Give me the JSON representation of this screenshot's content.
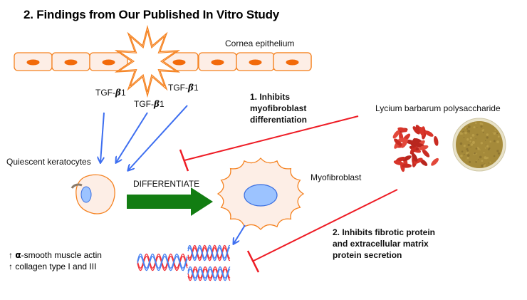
{
  "title": "2. Findings from Our Published In Vitro Study",
  "labels": {
    "cornea_epithelium": "Cornea epithelium",
    "tgf_prefix": "TGF-",
    "tgf_beta": "β",
    "tgf_suffix": "1",
    "quiescent_keratocytes": "Quiescent keratocytes",
    "differentiate": "DIFFERENTIATE",
    "myofibroblast": "Myofibroblast",
    "lbp": "Lycium barbarum polysaccharide"
  },
  "inhibitions": [
    {
      "text": "1. Inhibits\nmyofibroblast\ndifferentiation"
    },
    {
      "text": "2. Inhibits fibrotic protein\nand extracellular matrix\nprotein secretion"
    }
  ],
  "markers": [
    {
      "arrow": "↑",
      "greek": "α",
      "text": "-smooth muscle actin"
    },
    {
      "arrow": "↑",
      "greek": "",
      "text": " collagen type I and III"
    }
  ],
  "colors": {
    "cell_outline": "#f58220",
    "cell_fill": "#fdeee6",
    "nucleus_fill": "#9cc3ff",
    "nucleus_stroke": "#3b6fe0",
    "epi_nucleus": "#f26a0a",
    "tgf_arrow": "#3d6ef0",
    "inhibit_line": "#ee1c25",
    "differentiate_arrow": "#127d12",
    "dna_red": "#f0343c",
    "dna_blue": "#4a82f0",
    "goji": "#d8352a",
    "powder": "#a58a3a"
  },
  "epithelium_cell_count": 8
}
